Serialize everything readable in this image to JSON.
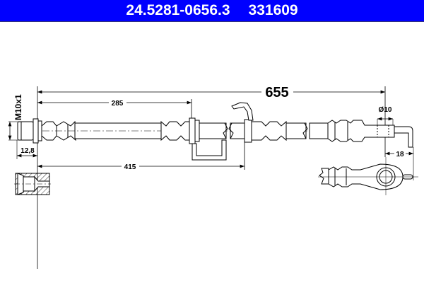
{
  "header": {
    "part_number": "24.5281-0656.3",
    "ref_number": "331609",
    "background": "#0000ff"
  },
  "drawing": {
    "type": "brake hose technical drawing",
    "dimensions": {
      "total_length": "655",
      "length_to_bracket": "285",
      "length_to_clip": "415",
      "thread": "M10x1",
      "fitting_length": "12,8",
      "eye_diameter": "Ø10",
      "banjo_offset": "18"
    }
  }
}
